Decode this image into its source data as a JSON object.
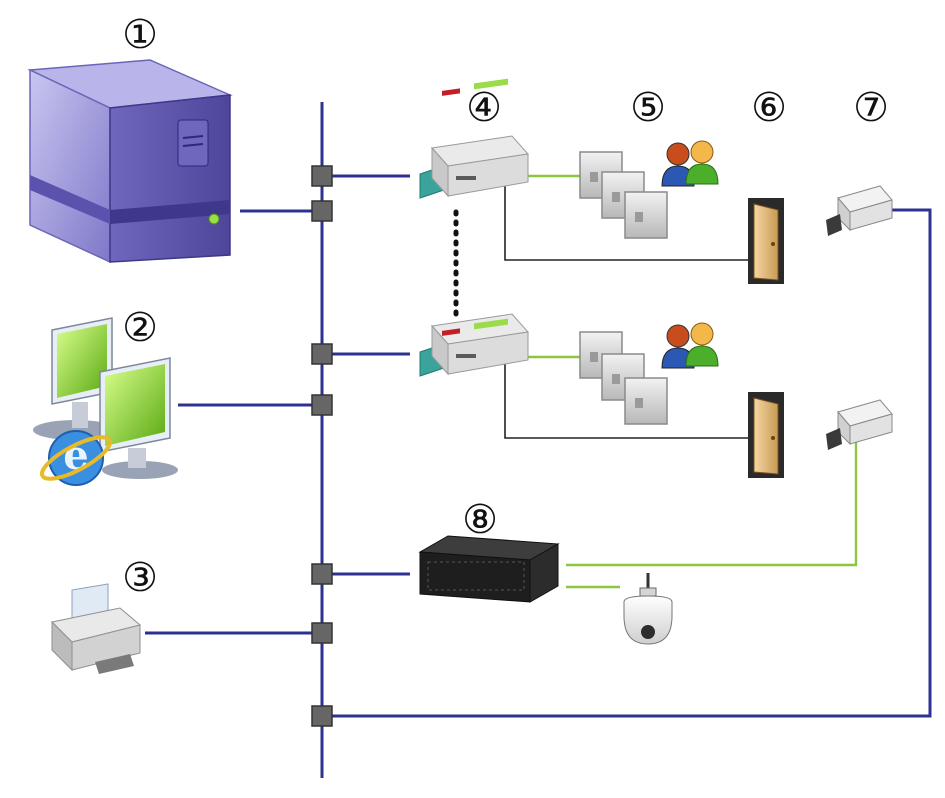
{
  "labels": {
    "n1": "①",
    "n2": "②",
    "n3": "③",
    "n4": "④",
    "n5": "⑤",
    "n6": "⑥",
    "n7": "⑦",
    "n8": "⑧"
  },
  "colors": {
    "network": "#2e3192",
    "green_link": "#8cc63f",
    "black_link": "#222222",
    "node_box": "#666666"
  },
  "icons": {
    "server": "server-tower-icon",
    "workstation": "workstation-ie-icon",
    "printer": "printer-icon",
    "controller": "access-controller-icon",
    "reader": "card-reader-icon",
    "people": "people-icon",
    "door": "door-icon",
    "camera": "camera-icon",
    "dvr": "dvr-recorder-icon",
    "dome": "dome-camera-icon"
  }
}
